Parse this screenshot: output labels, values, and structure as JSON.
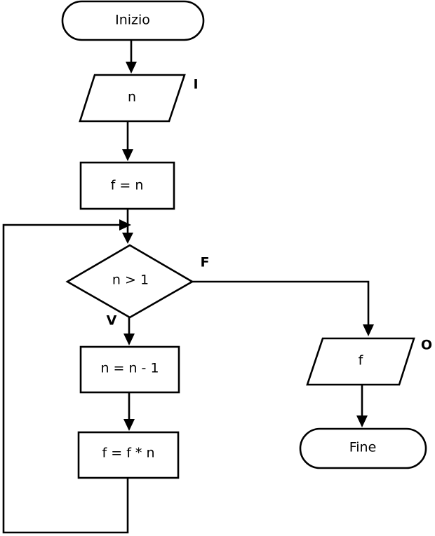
{
  "flowchart": {
    "start": "Inizio",
    "input": "n",
    "input_tag": "I",
    "assign": "f = n",
    "condition": "n > 1",
    "true_tag": "V",
    "false_tag": "F",
    "decrement": "n = n - 1",
    "multiply": "f = f * n",
    "output": "f",
    "output_tag": "O",
    "end": "Fine"
  }
}
